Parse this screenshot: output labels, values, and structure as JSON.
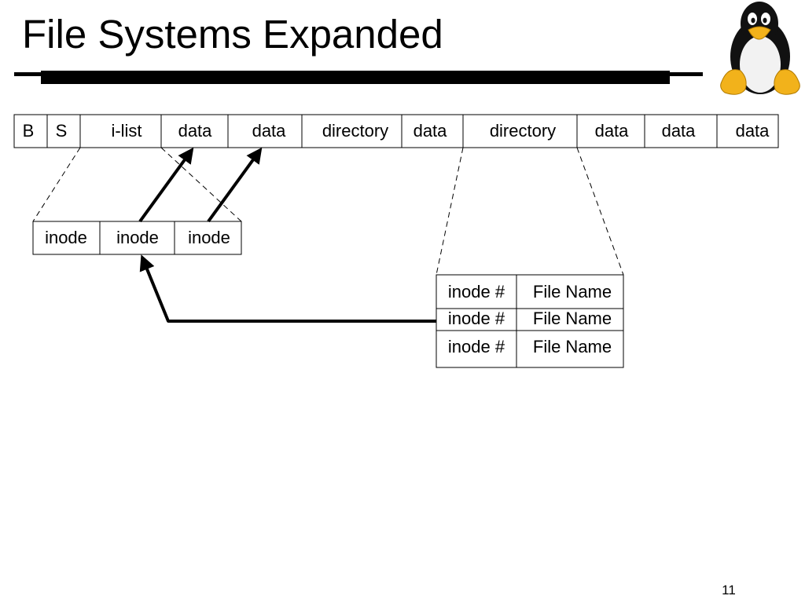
{
  "title": "File Systems Expanded",
  "page_number": "11",
  "disk_blocks": [
    {
      "label": "B"
    },
    {
      "label": "S"
    },
    {
      "label": "i-list"
    },
    {
      "label": "data"
    },
    {
      "label": "data"
    },
    {
      "label": "directory"
    },
    {
      "label": "data"
    },
    {
      "label": "directory"
    },
    {
      "label": "data"
    },
    {
      "label": "data"
    },
    {
      "label": "data"
    }
  ],
  "inode_cells": [
    {
      "label": "inode"
    },
    {
      "label": "inode"
    },
    {
      "label": "inode"
    }
  ],
  "directory_entries": [
    {
      "inode": "inode #",
      "name": "File Name"
    },
    {
      "inode": "inode #",
      "name": "File Name"
    },
    {
      "inode": "inode #",
      "name": "File Name"
    }
  ],
  "logo": {
    "icon": "tux-penguin-icon"
  }
}
